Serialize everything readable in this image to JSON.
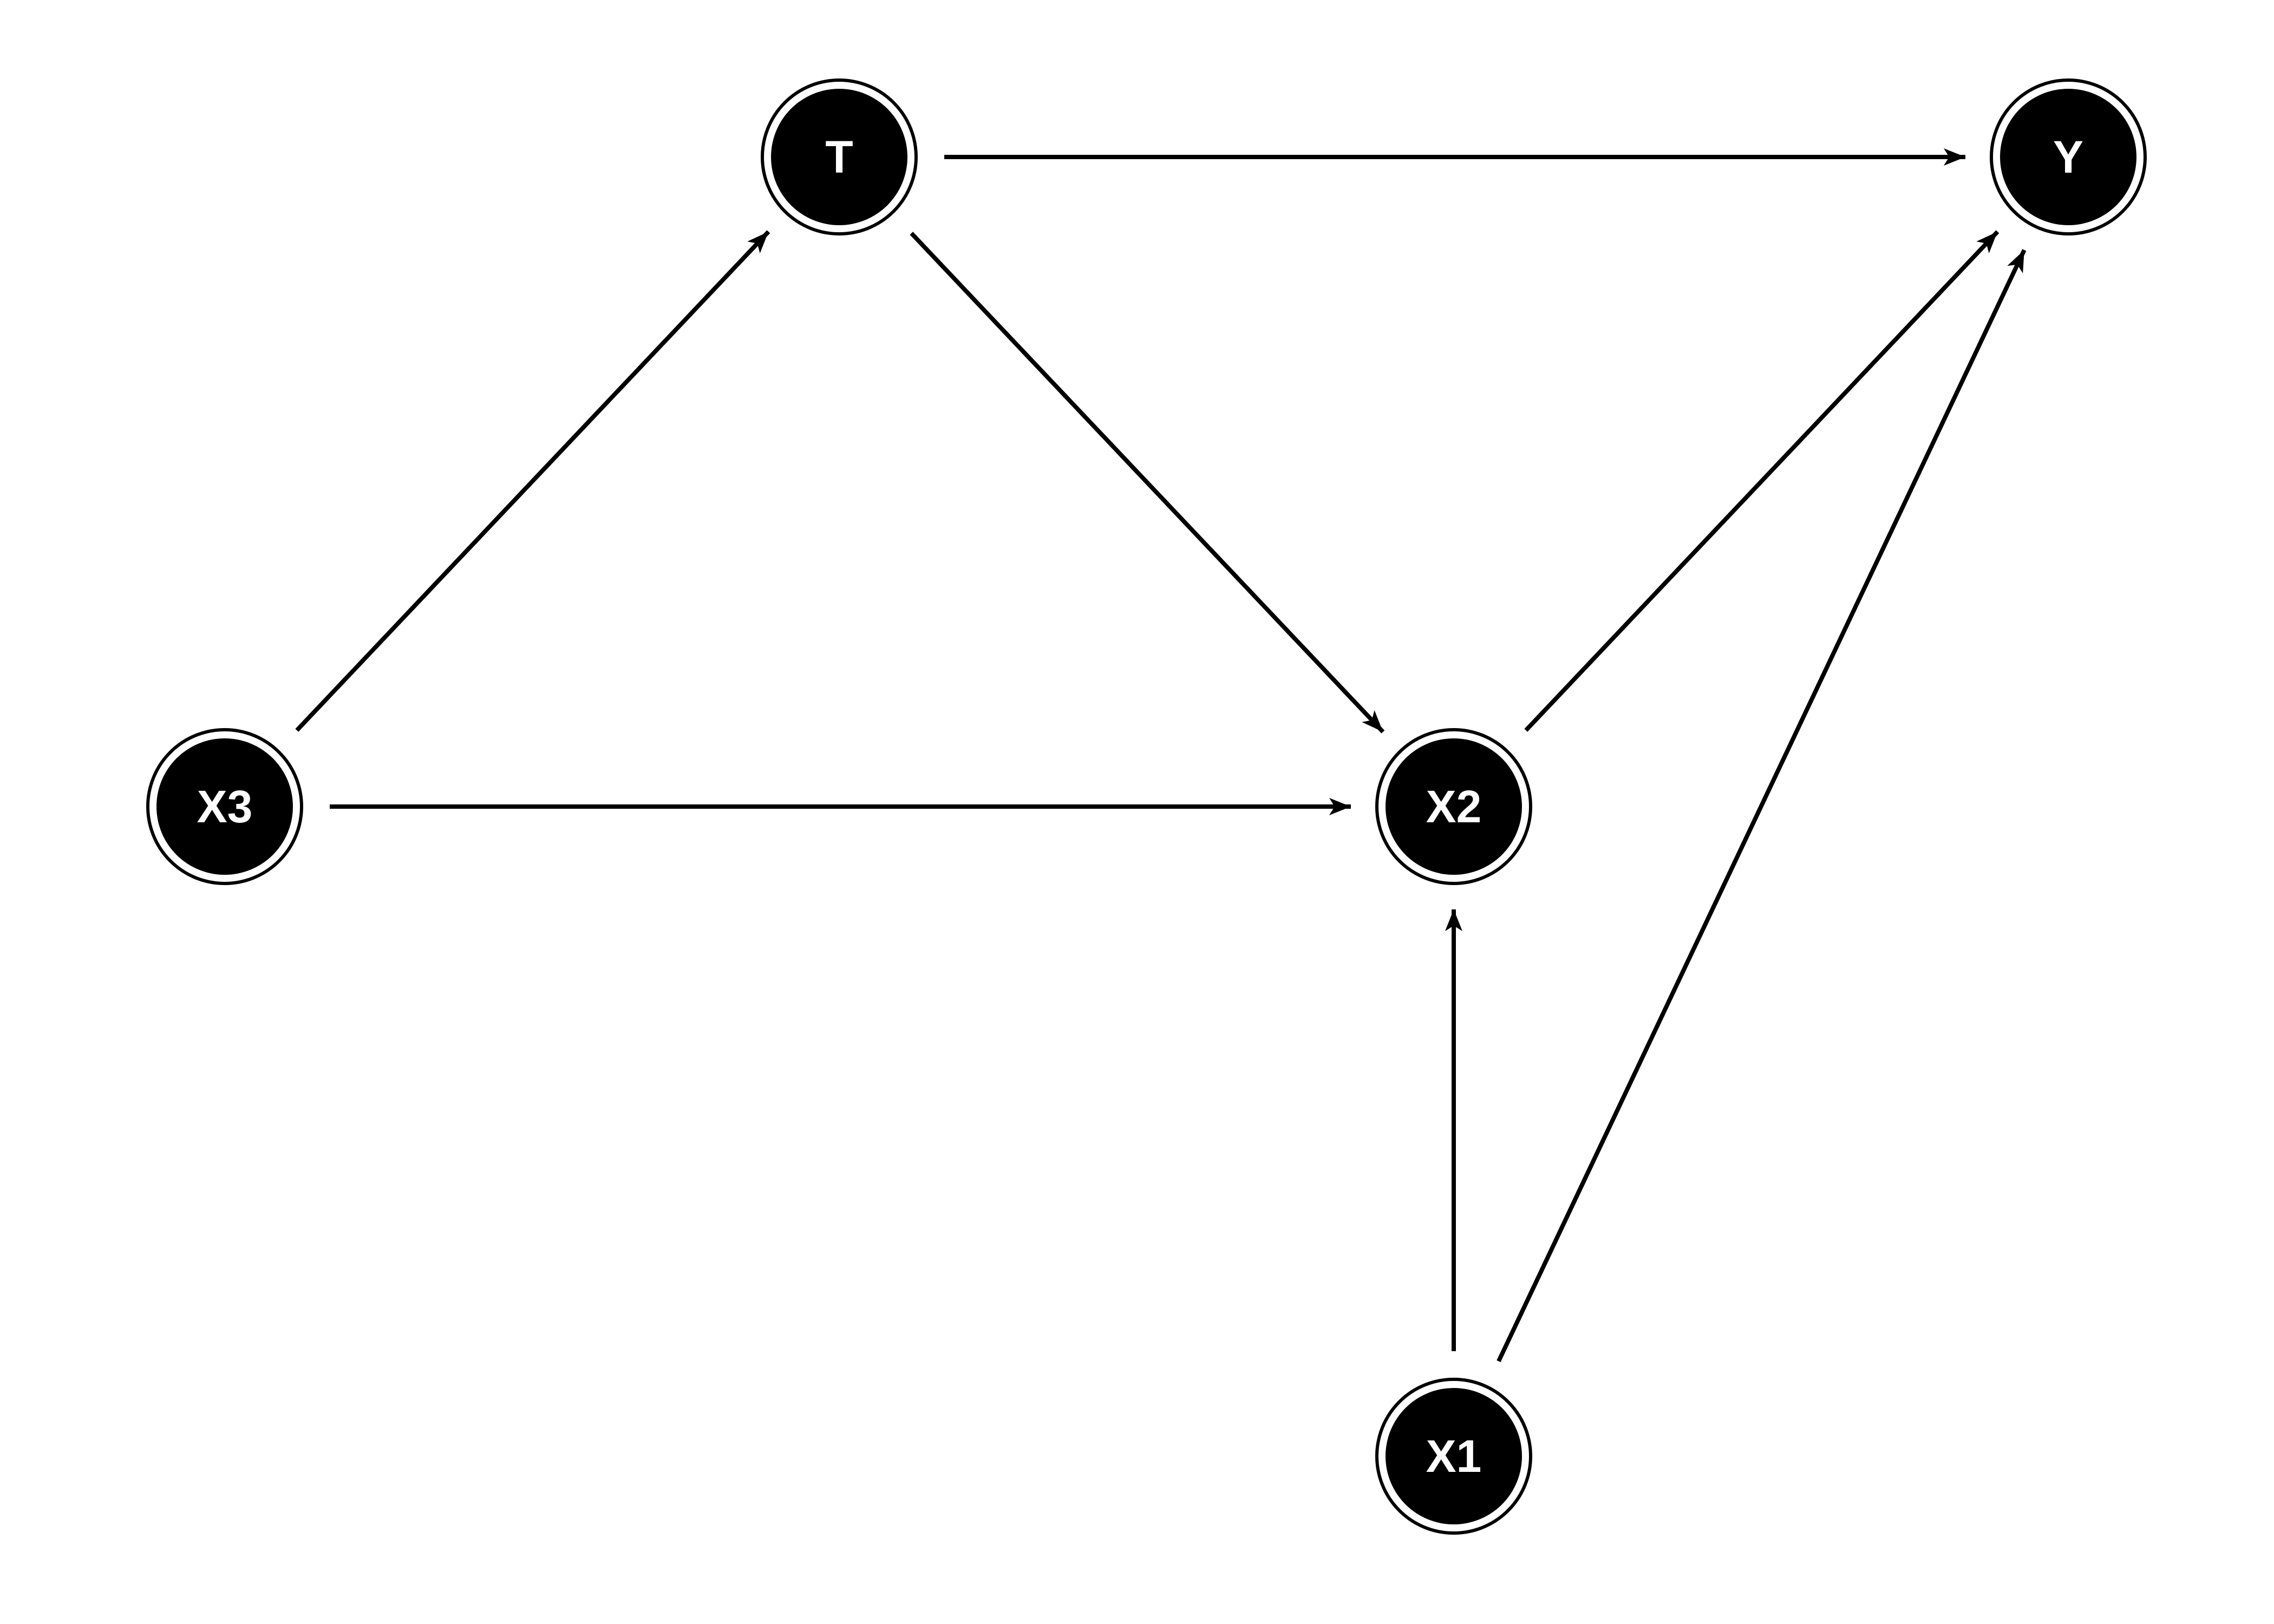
{
  "diagram": {
    "type": "directed-acyclic-graph",
    "nodes": [
      {
        "id": "T",
        "label": "T"
      },
      {
        "id": "Y",
        "label": "Y"
      },
      {
        "id": "X3",
        "label": "X3"
      },
      {
        "id": "X2",
        "label": "X2"
      },
      {
        "id": "X1",
        "label": "X1"
      }
    ],
    "edges": [
      {
        "from": "T",
        "to": "Y"
      },
      {
        "from": "T",
        "to": "X2"
      },
      {
        "from": "X3",
        "to": "T"
      },
      {
        "from": "X3",
        "to": "X2"
      },
      {
        "from": "X2",
        "to": "Y"
      },
      {
        "from": "X1",
        "to": "X2"
      },
      {
        "from": "X1",
        "to": "Y"
      }
    ],
    "colors": {
      "node_fill": "#000000",
      "node_label": "#ffffff",
      "edge": "#000000",
      "background": "#ffffff"
    }
  }
}
